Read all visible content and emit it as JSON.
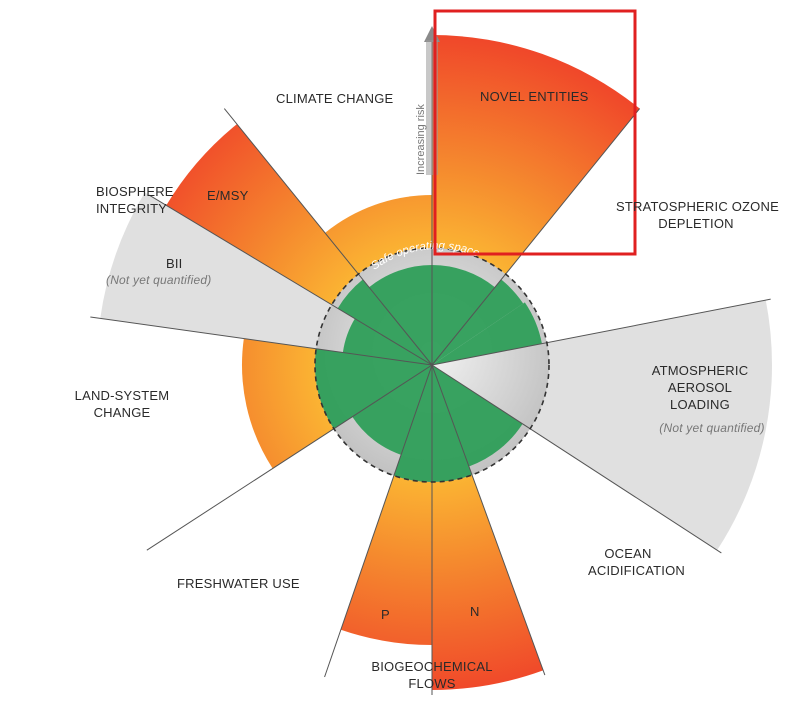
{
  "diagram": {
    "risk_axis_label": "Increasing risk",
    "safe_space_label": "Safe operating space",
    "boundaries": {
      "climate_change": "CLIMATE CHANGE",
      "novel_entities": "NOVEL ENTITIES",
      "ozone": [
        "STRATOSPHERIC OZONE",
        "DEPLETION"
      ],
      "aerosol": [
        "ATMOSPHERIC",
        "AEROSOL",
        "LOADING"
      ],
      "aerosol_note": "(Not yet quantified)",
      "ocean": [
        "OCEAN",
        "ACIDIFICATION"
      ],
      "biogeochemical": [
        "BIOGEOCHEMICAL",
        "FLOWS"
      ],
      "freshwater": "FRESHWATER USE",
      "land_system": [
        "LAND-SYSTEM",
        "CHANGE"
      ],
      "bii": "BII",
      "bii_note": "(Not yet quantified)",
      "biosphere": [
        "BIOSPHERE",
        "INTEGRITY"
      ],
      "emsy": "E/MSY",
      "p": "P",
      "n": "N"
    },
    "colors": {
      "green": "#2e9e58",
      "dark_green": "#1f8a4a",
      "orange": "#f5a623",
      "red_orange": "#f05a2a",
      "highlight": "#e02020",
      "grey": "#cfcfcf"
    }
  }
}
